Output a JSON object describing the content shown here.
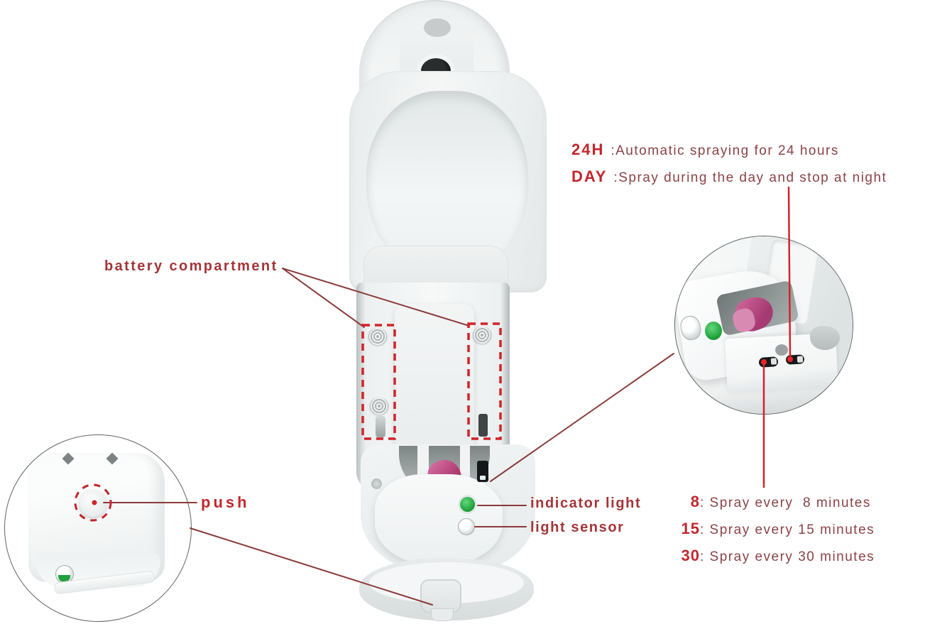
{
  "figure": {
    "type": "annotated product diagram",
    "subject": "automatic aerosol spray dispenser shown open, with magnified bottom view and control-switch close-up"
  },
  "colors": {
    "bright_red": "#c1272d",
    "label_red": "#a33537",
    "body_text": "#8b4347",
    "leader_line": "#8b3a3a",
    "callout_line": "#d2232a",
    "led_green": "#1ea23c",
    "actuator_pink": "#b13b74"
  },
  "labels": {
    "battery": "battery compartment",
    "push": "push",
    "indicator": "indicator light",
    "sensor": "light sensor"
  },
  "modes": {
    "h24": {
      "key": "24H",
      "desc": ":Automatic spraying for 24 hours"
    },
    "day": {
      "key": "DAY",
      "desc": ":Spray during the day and stop at night"
    }
  },
  "intervals": {
    "i8": {
      "key": "8",
      "desc": ": Spray every  8 minutes"
    },
    "i15": {
      "key": "15",
      "desc": ": Spray every 15 minutes"
    },
    "i30": {
      "key": "30",
      "desc": ": Spray every 30 minutes"
    }
  }
}
